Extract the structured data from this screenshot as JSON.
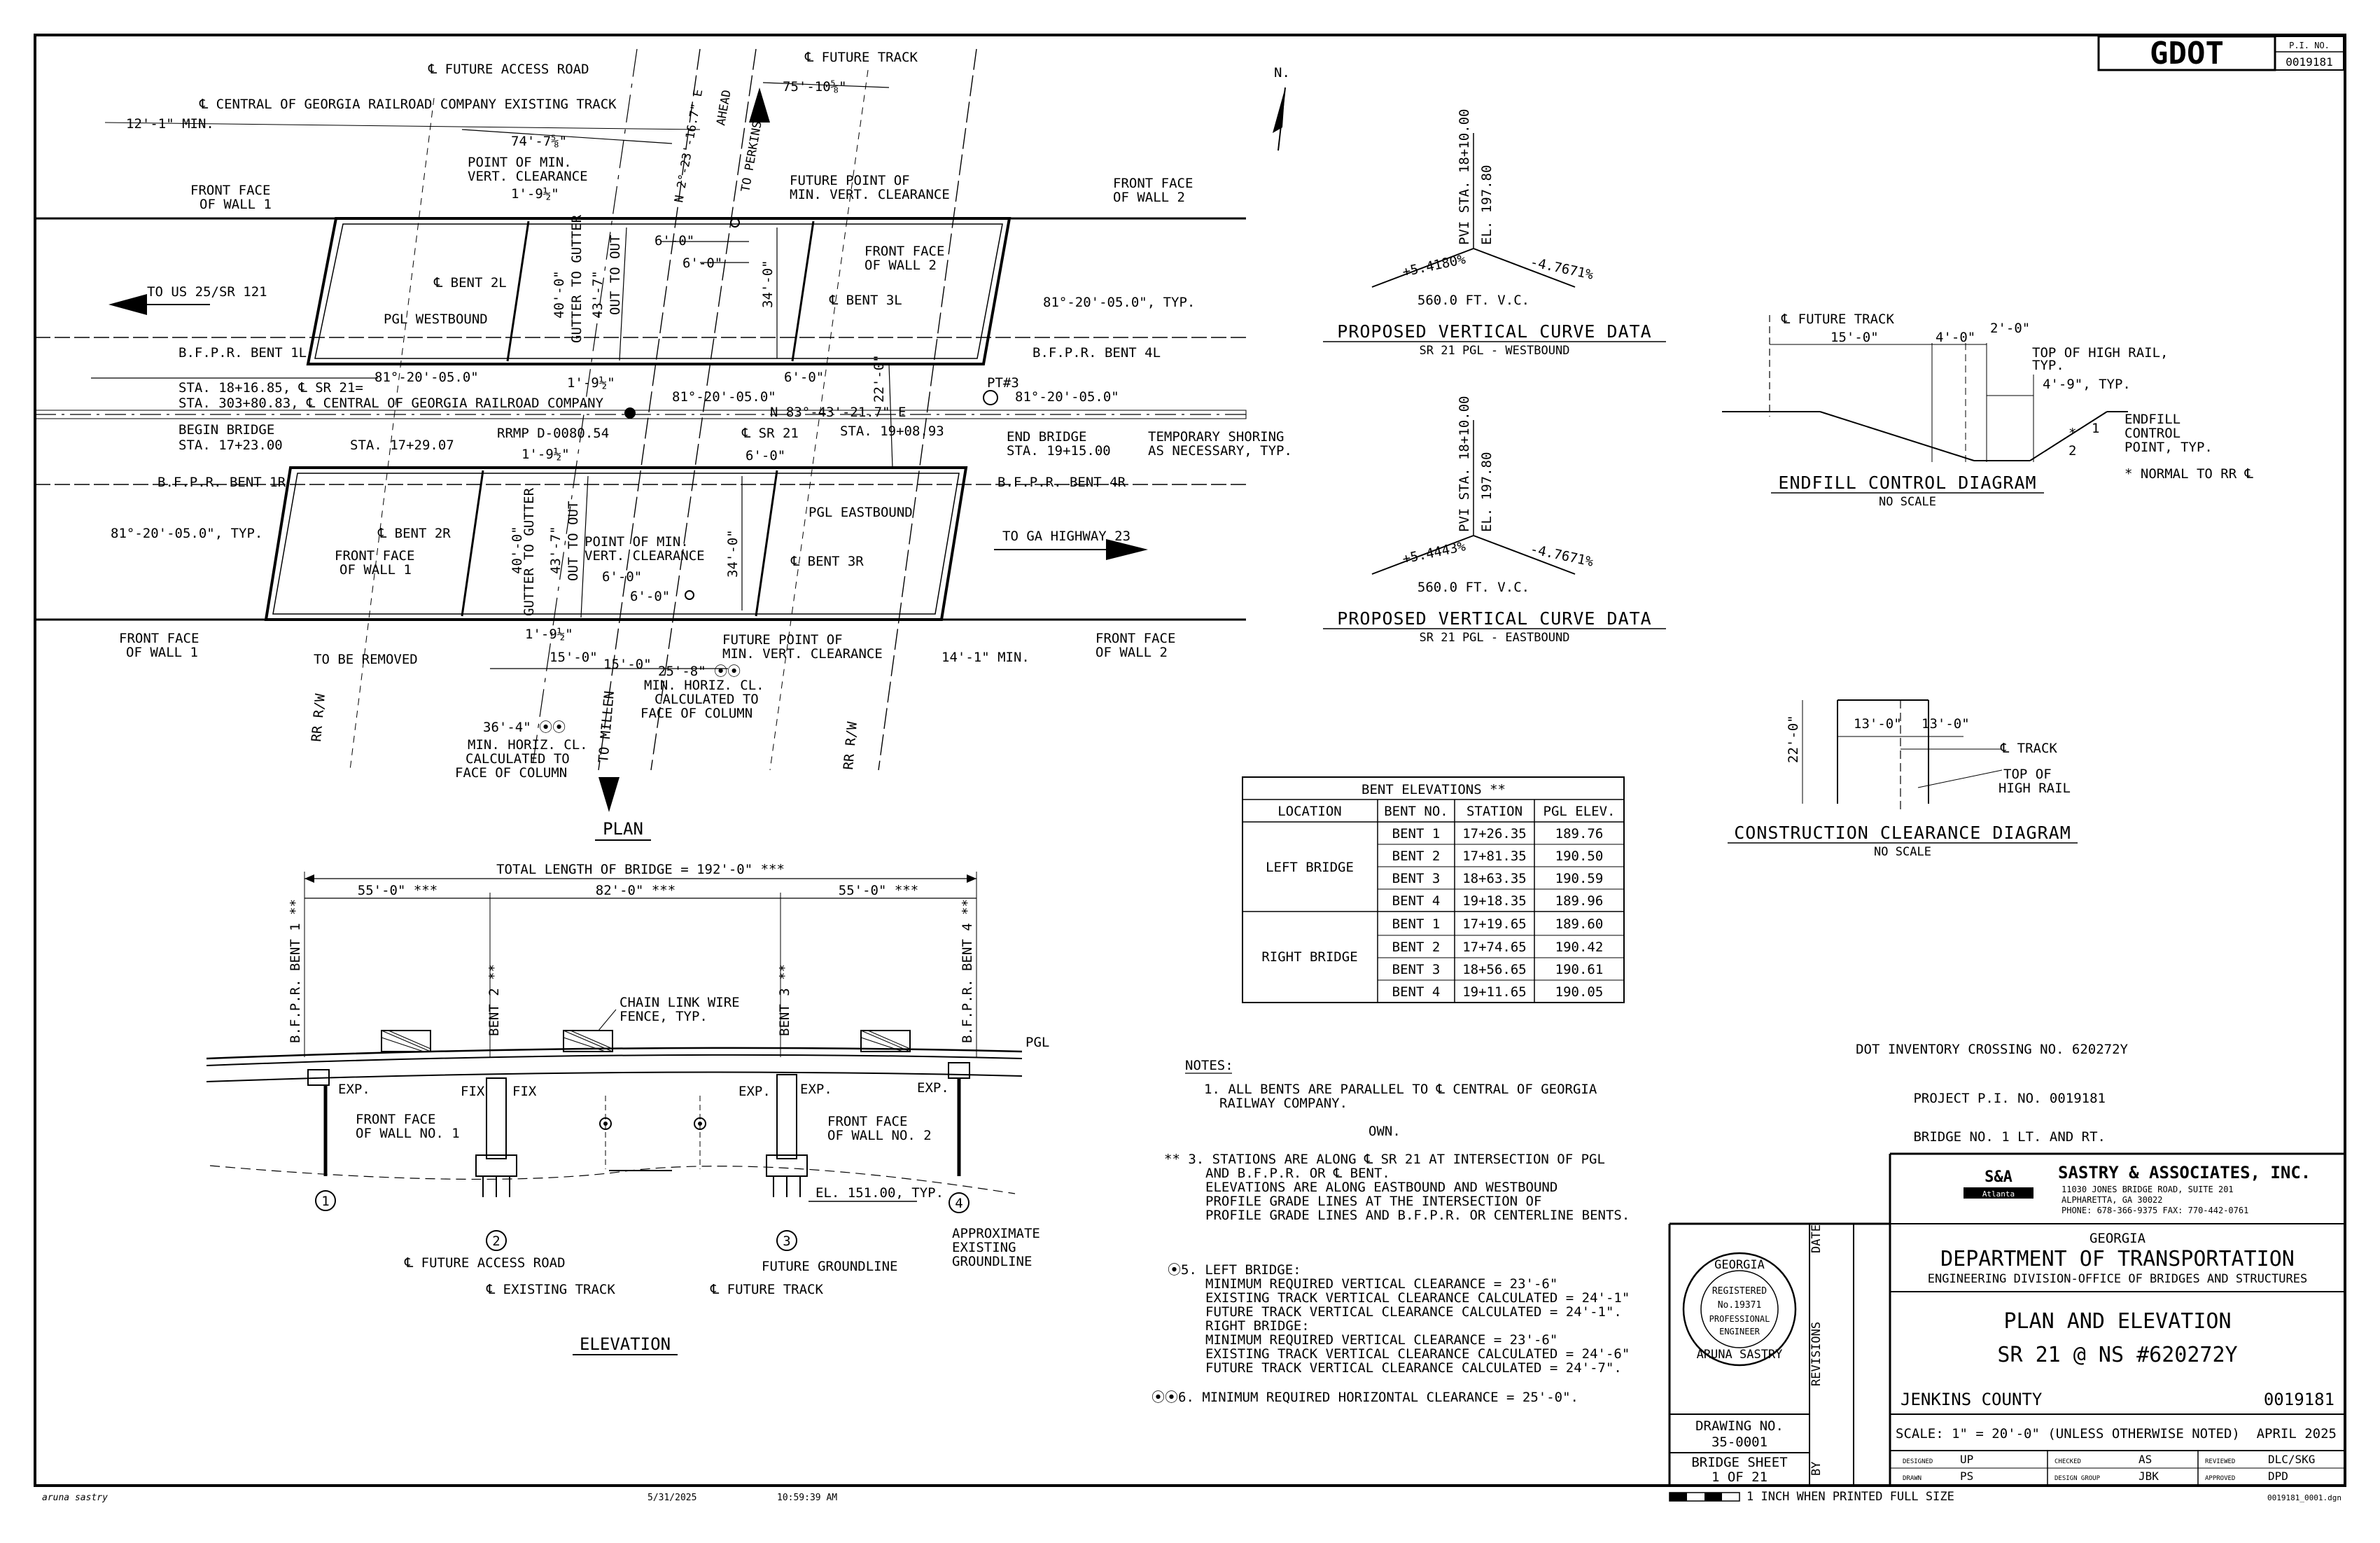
{
  "logo": {
    "text": "GDOT",
    "pi_label": "P.I. NO.",
    "pi_number": "0019181"
  },
  "plan": {
    "title": "PLAN",
    "labels": {
      "future_access_road": "℄ FUTURE ACCESS ROAD",
      "future_track": "℄ FUTURE TRACK",
      "cog_existing_track": "℄ CENTRAL OF GEORGIA RAILROAD COMPANY EXISTING TRACK",
      "min_12": "12'-1\" MIN.",
      "dim_74": "74'-7⅝\"",
      "dim_75": "75'-10⅝\"",
      "ahead": "AHEAD",
      "to_perkins": "TO PERKINS",
      "bearing_top": "N 2°-23'-16.7\" E",
      "point_min_vert_1": "POINT OF MIN.",
      "point_min_vert_2": "VERT. CLEARANCE",
      "fut_point_1": "FUTURE POINT OF",
      "fut_point_2": "MIN. VERT. CLEARANCE",
      "ff_wall1_a": "FRONT FACE",
      "ff_wall1_b": "OF WALL 1",
      "ff_wall2_a": "FRONT FACE",
      "ff_wall2_b": "OF WALL 2",
      "dim_1_9half": "1'-9½\"",
      "dim_6_0": "6'-0\"",
      "dim_40": "40'-0\"",
      "dim_43_7": "43'-7\"",
      "gutter": "GUTTER TO GUTTER",
      "out_to_out": "OUT TO OUT",
      "dim_34": "34'-0\"",
      "dim_22": "22'-0\"",
      "bent2l": "℄ BENT 2L",
      "bent3l": "℄ BENT 3L",
      "bent2r": "℄ BENT 2R",
      "bent3r": "℄ BENT 3R",
      "to_us25": "TO US 25/SR 121",
      "to_ga23": "TO GA HIGHWAY 23",
      "pgl_wb": "PGL WESTBOUND",
      "pgl_eb": "PGL EASTBOUND",
      "bfpr_1l": "B.F.P.R. BENT 1L",
      "bfpr_4l": "B.F.P.R. BENT 4L",
      "bfpr_1r": "B.F.P.R. BENT 1R",
      "bfpr_4r": "B.F.P.R. BENT 4R",
      "skew": "81°-20'-05.0\"",
      "skew_typ": "81°-20'-05.0\", TYP.",
      "sta_int_1": "STA. 18+16.85, ℄ SR 21=",
      "sta_int_2": "STA. 303+80.83, ℄ CENTRAL OF GEORGIA RAILROAD COMPANY",
      "begin_bridge_1": "BEGIN BRIDGE",
      "begin_bridge_2": "STA. 17+23.00",
      "sta_17": "STA. 17+29.07",
      "bearing_mid": "N 83°-43'-21.7\" E",
      "rrmp": "RRMP D-0080.54",
      "sr21": "℄ SR 21",
      "sta_19": "STA. 19+08.93",
      "pt3": "PT#3",
      "end_bridge_1": "END BRIDGE",
      "end_bridge_2": "STA. 19+15.00",
      "temp_shoring_1": "TEMPORARY SHORING",
      "temp_shoring_2": "AS NECESSARY, TYP.",
      "to_be_removed": "TO BE REMOVED",
      "rr_rw": "RR R/W",
      "dim_15": "15'-0\"",
      "dim_25_8": "25'-8\" ⦿⦿",
      "min_horiz_1": "MIN. HORIZ. CL.",
      "min_horiz_2": "CALCULATED TO",
      "min_horiz_3": "FACE OF COLUMN",
      "dim_36_4": "36'-4\" ⦿⦿",
      "min_14": "14'-1\" MIN.",
      "to_millen": "TO MILLEN",
      "north": "N."
    }
  },
  "vc_wb": {
    "pvi": "PVI STA. 18+10.00",
    "el": "EL. 197.80",
    "grade_in": "+5.4180%",
    "grade_out": "-4.7671%",
    "length": "560.0 FT. V.C.",
    "title": "PROPOSED VERTICAL CURVE DATA",
    "subtitle": "SR 21 PGL - WESTBOUND"
  },
  "vc_eb": {
    "pvi": "PVI STA. 18+10.00",
    "el": "EL. 197.80",
    "grade_in": "+5.4443%",
    "grade_out": "-4.7671%",
    "length": "560.0 FT. V.C.",
    "title": "PROPOSED VERTICAL CURVE DATA",
    "subtitle": "SR 21 PGL - EASTBOUND"
  },
  "endfill": {
    "future_track": "℄ FUTURE TRACK",
    "d15": "15'-0\"",
    "d4": "4'-0\"",
    "d2": "2'-0\"",
    "top_high_rail_1": "TOP OF HIGH RAIL,",
    "top_high_rail_2": "TYP.",
    "d4_9": "4'-9\", TYP.",
    "ctrl_1": "ENDFILL",
    "ctrl_2": "CONTROL",
    "ctrl_3": "POINT, TYP.",
    "slope_top": "*",
    "slope_run": "2",
    "slope_rise": "1",
    "normal": "* NORMAL TO RR ℄",
    "title": "ENDFILL CONTROL DIAGRAM",
    "scale": "NO SCALE"
  },
  "clearance": {
    "d22": "22'-0\"",
    "d13a": "13'-0\"",
    "d13b": "13'-0\"",
    "track": "℄ TRACK",
    "top_1": "TOP OF",
    "top_2": "HIGH RAIL",
    "title": "CONSTRUCTION CLEARANCE DIAGRAM",
    "scale": "NO SCALE"
  },
  "bent_table": {
    "title": "BENT ELEVATIONS **",
    "headers": [
      "LOCATION",
      "BENT NO.",
      "STATION",
      "PGL ELEV."
    ],
    "groups": [
      {
        "location": "LEFT BRIDGE",
        "rows": [
          [
            "BENT 1",
            "17+26.35",
            "189.76"
          ],
          [
            "BENT 2",
            "17+81.35",
            "190.50"
          ],
          [
            "BENT 3",
            "18+63.35",
            "190.59"
          ],
          [
            "BENT 4",
            "19+18.35",
            "189.96"
          ]
        ]
      },
      {
        "location": "RIGHT BRIDGE",
        "rows": [
          [
            "BENT 1",
            "17+19.65",
            "189.60"
          ],
          [
            "BENT 2",
            "17+74.65",
            "190.42"
          ],
          [
            "BENT 3",
            "18+56.65",
            "190.61"
          ],
          [
            "BENT 4",
            "19+11.65",
            "190.05"
          ]
        ]
      }
    ]
  },
  "elevation": {
    "title": "ELEVATION",
    "total": "TOTAL LENGTH OF BRIDGE = 192'-0\" ***",
    "span1": "55'-0\" ***",
    "span2": "82'-0\" ***",
    "span3": "55'-0\" ***",
    "bent1": "B.F.P.R. BENT 1 **",
    "bent2": "BENT 2 **",
    "bent3": "BENT 3 **",
    "bent4": "B.F.P.R. BENT 4 **",
    "fence_1": "CHAIN LINK WIRE",
    "fence_2": "FENCE, TYP.",
    "pgl": "PGL",
    "exp": "EXP.",
    "fix": "FIX",
    "ff1_a": "FRONT FACE",
    "ff1_b": "OF WALL NO. 1",
    "ff2_a": "FRONT FACE",
    "ff2_b": "OF WALL NO. 2",
    "el_151": "EL. 151.00, TYP.",
    "approx_1": "APPROXIMATE",
    "approx_2": "EXISTING",
    "approx_3": "GROUNDLINE",
    "fut_access": "℄ FUTURE ACCESS ROAD",
    "fut_ground": "FUTURE GROUNDLINE",
    "exist_track": "℄ EXISTING TRACK",
    "fut_track": "℄ FUTURE TRACK",
    "n1": "1",
    "n2": "2",
    "n3": "3",
    "n4": "4"
  },
  "notes": {
    "title": "NOTES:",
    "n1a": "1. ALL BENTS ARE PARALLEL TO ℄ CENTRAL OF GEORGIA",
    "n1b": "RAILWAY COMPANY.",
    "n2_tail": "OWN.",
    "n3a": "** 3. STATIONS ARE ALONG ℄ SR 21 AT INTERSECTION OF PGL",
    "n3b": "AND B.F.P.R. OR ℄ BENT.",
    "n3c": "ELEVATIONS ARE ALONG EASTBOUND AND WESTBOUND",
    "n3d": "PROFILE GRADE LINES AT THE INTERSECTION OF",
    "n3e": "PROFILE GRADE LINES AND B.F.P.R. OR CENTERLINE BENTS.",
    "n5a": "⦿5. LEFT BRIDGE:",
    "n5b": "MINIMUM REQUIRED VERTICAL CLEARANCE = 23'-6\"",
    "n5c": "EXISTING TRACK VERTICAL CLEARANCE CALCULATED = 24'-1\"",
    "n5d": "FUTURE TRACK VERTICAL CLEARANCE CALCULATED = 24'-1\".",
    "n5e": "RIGHT BRIDGE:",
    "n5f": "MINIMUM REQUIRED VERTICAL CLEARANCE = 23'-6\"",
    "n5g": "EXISTING TRACK VERTICAL CLEARANCE CALCULATED = 24'-6\"",
    "n5h": "FUTURE TRACK VERTICAL CLEARANCE CALCULATED = 24'-7\".",
    "n6": "⦿⦿6. MINIMUM REQUIRED HORIZONTAL CLEARANCE = 25'-0\"."
  },
  "title_block": {
    "inventory": "DOT INVENTORY CROSSING NO. 620272Y",
    "project": "PROJECT P.I. NO. 0019181",
    "bridge": "BRIDGE NO. 1 LT. AND RT.",
    "firm_logo": "S&A",
    "firm_logo_sub": "Atlanta",
    "firm": "SASTRY & ASSOCIATES, INC.",
    "firm_addr1": "11030 JONES BRIDGE ROAD, SUITE 201",
    "firm_addr2": "ALPHARETTA, GA 30022",
    "firm_phone": "PHONE: 678-366-9375   FAX: 770-442-0761",
    "state": "GEORGIA",
    "dept": "DEPARTMENT OF TRANSPORTATION",
    "division": "ENGINEERING DIVISION-OFFICE OF BRIDGES AND STRUCTURES",
    "sheet_title": "PLAN AND ELEVATION",
    "location": "SR 21 @ NS #620272Y",
    "county": "JENKINS COUNTY",
    "pi": "0019181",
    "scale": "SCALE: 1\" = 20'-0\" (UNLESS OTHERWISE NOTED)",
    "date": "APRIL 2025",
    "drawing_no_label": "DRAWING NO.",
    "drawing_no": "35-0001",
    "sheet_label": "BRIDGE SHEET",
    "sheet": "1 OF 21",
    "date_col": "DATE",
    "revisions_col": "REVISIONS",
    "by_col": "BY",
    "designed_label": "DESIGNED",
    "designed": "UP",
    "drawn_label": "DRAWN",
    "drawn": "PS",
    "checked_label": "CHECKED",
    "checked": "AS",
    "group_label": "DESIGN GROUP",
    "group": "JBK",
    "reviewed_label": "REVIEWED",
    "reviewed": "DLC/SKG",
    "approved_label": "APPROVED",
    "approved": "DPD",
    "bar_note": "1 INCH WHEN PRINTED FULL SIZE",
    "file": "0019181_0001.dgn",
    "seal_top": "GEORGIA",
    "seal_reg": "REGISTERED",
    "seal_no": "No.19371",
    "seal_prof": "PROFESSIONAL",
    "seal_eng": "ENGINEER",
    "seal_name": "ARUNA SASTRY"
  },
  "footer": {
    "user": "aruna sastry",
    "date": "5/31/2025",
    "time": "10:59:39 AM"
  }
}
